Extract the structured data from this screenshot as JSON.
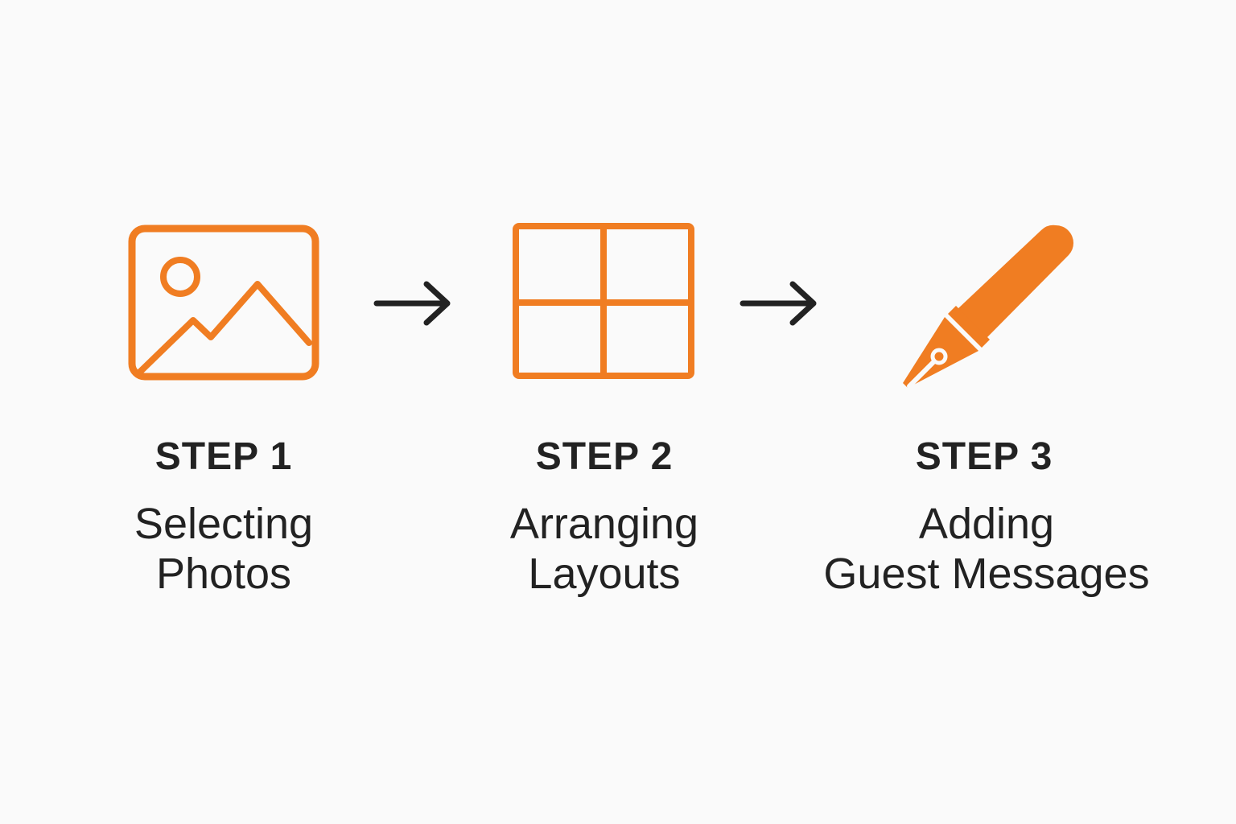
{
  "colors": {
    "accent": "#f07d22",
    "text": "#222222",
    "arrow": "#222222",
    "background": "#fafafa"
  },
  "steps": [
    {
      "label": "STEP 1",
      "desc_line1": "Selecting",
      "desc_line2": "Photos",
      "icon": "photo-icon"
    },
    {
      "label": "STEP 2",
      "desc_line1": "Arranging",
      "desc_line2": "Layouts",
      "icon": "grid-layout-icon"
    },
    {
      "label": "STEP 3",
      "desc_line1": "Adding",
      "desc_line2": "Guest Messages",
      "icon": "fountain-pen-icon"
    }
  ],
  "connectors": [
    {
      "icon": "arrow-right-icon"
    },
    {
      "icon": "arrow-right-icon"
    }
  ]
}
